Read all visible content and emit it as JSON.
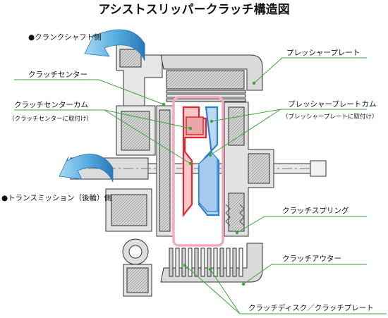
{
  "title": "アシストスリッパークラッチ構造図",
  "labels": {
    "crankshaft_side": "●クランクシャフト側",
    "transmission_side": "●トランスミッション（後輪）側",
    "clutch_center": "クラッチセンター",
    "clutch_center_cam": "クラッチセンターカム",
    "clutch_center_cam_note": "（クラッチセンターに取付け）",
    "pressure_plate": "プレッシャープレート",
    "pressure_plate_cam": "プレッシャープレートカム",
    "pressure_plate_cam_note": "（プレッシャープレートに取付け）",
    "clutch_spring": "クラッチスプリング",
    "clutch_outer": "クラッチアウター",
    "clutch_disc_plate": "クラッチディスク／クラッチプレート"
  },
  "colors": {
    "leader": "#3aa63a",
    "center_cam": "#e0282e",
    "pressure_cam": "#2a7fd0",
    "highlight": "#f4a9c4",
    "rotation_arrow": "#5aaee0"
  },
  "icons": {
    "crankshaft_rotation": "curved-arrow-icon",
    "transmission_rotation": "curved-arrow-icon"
  }
}
